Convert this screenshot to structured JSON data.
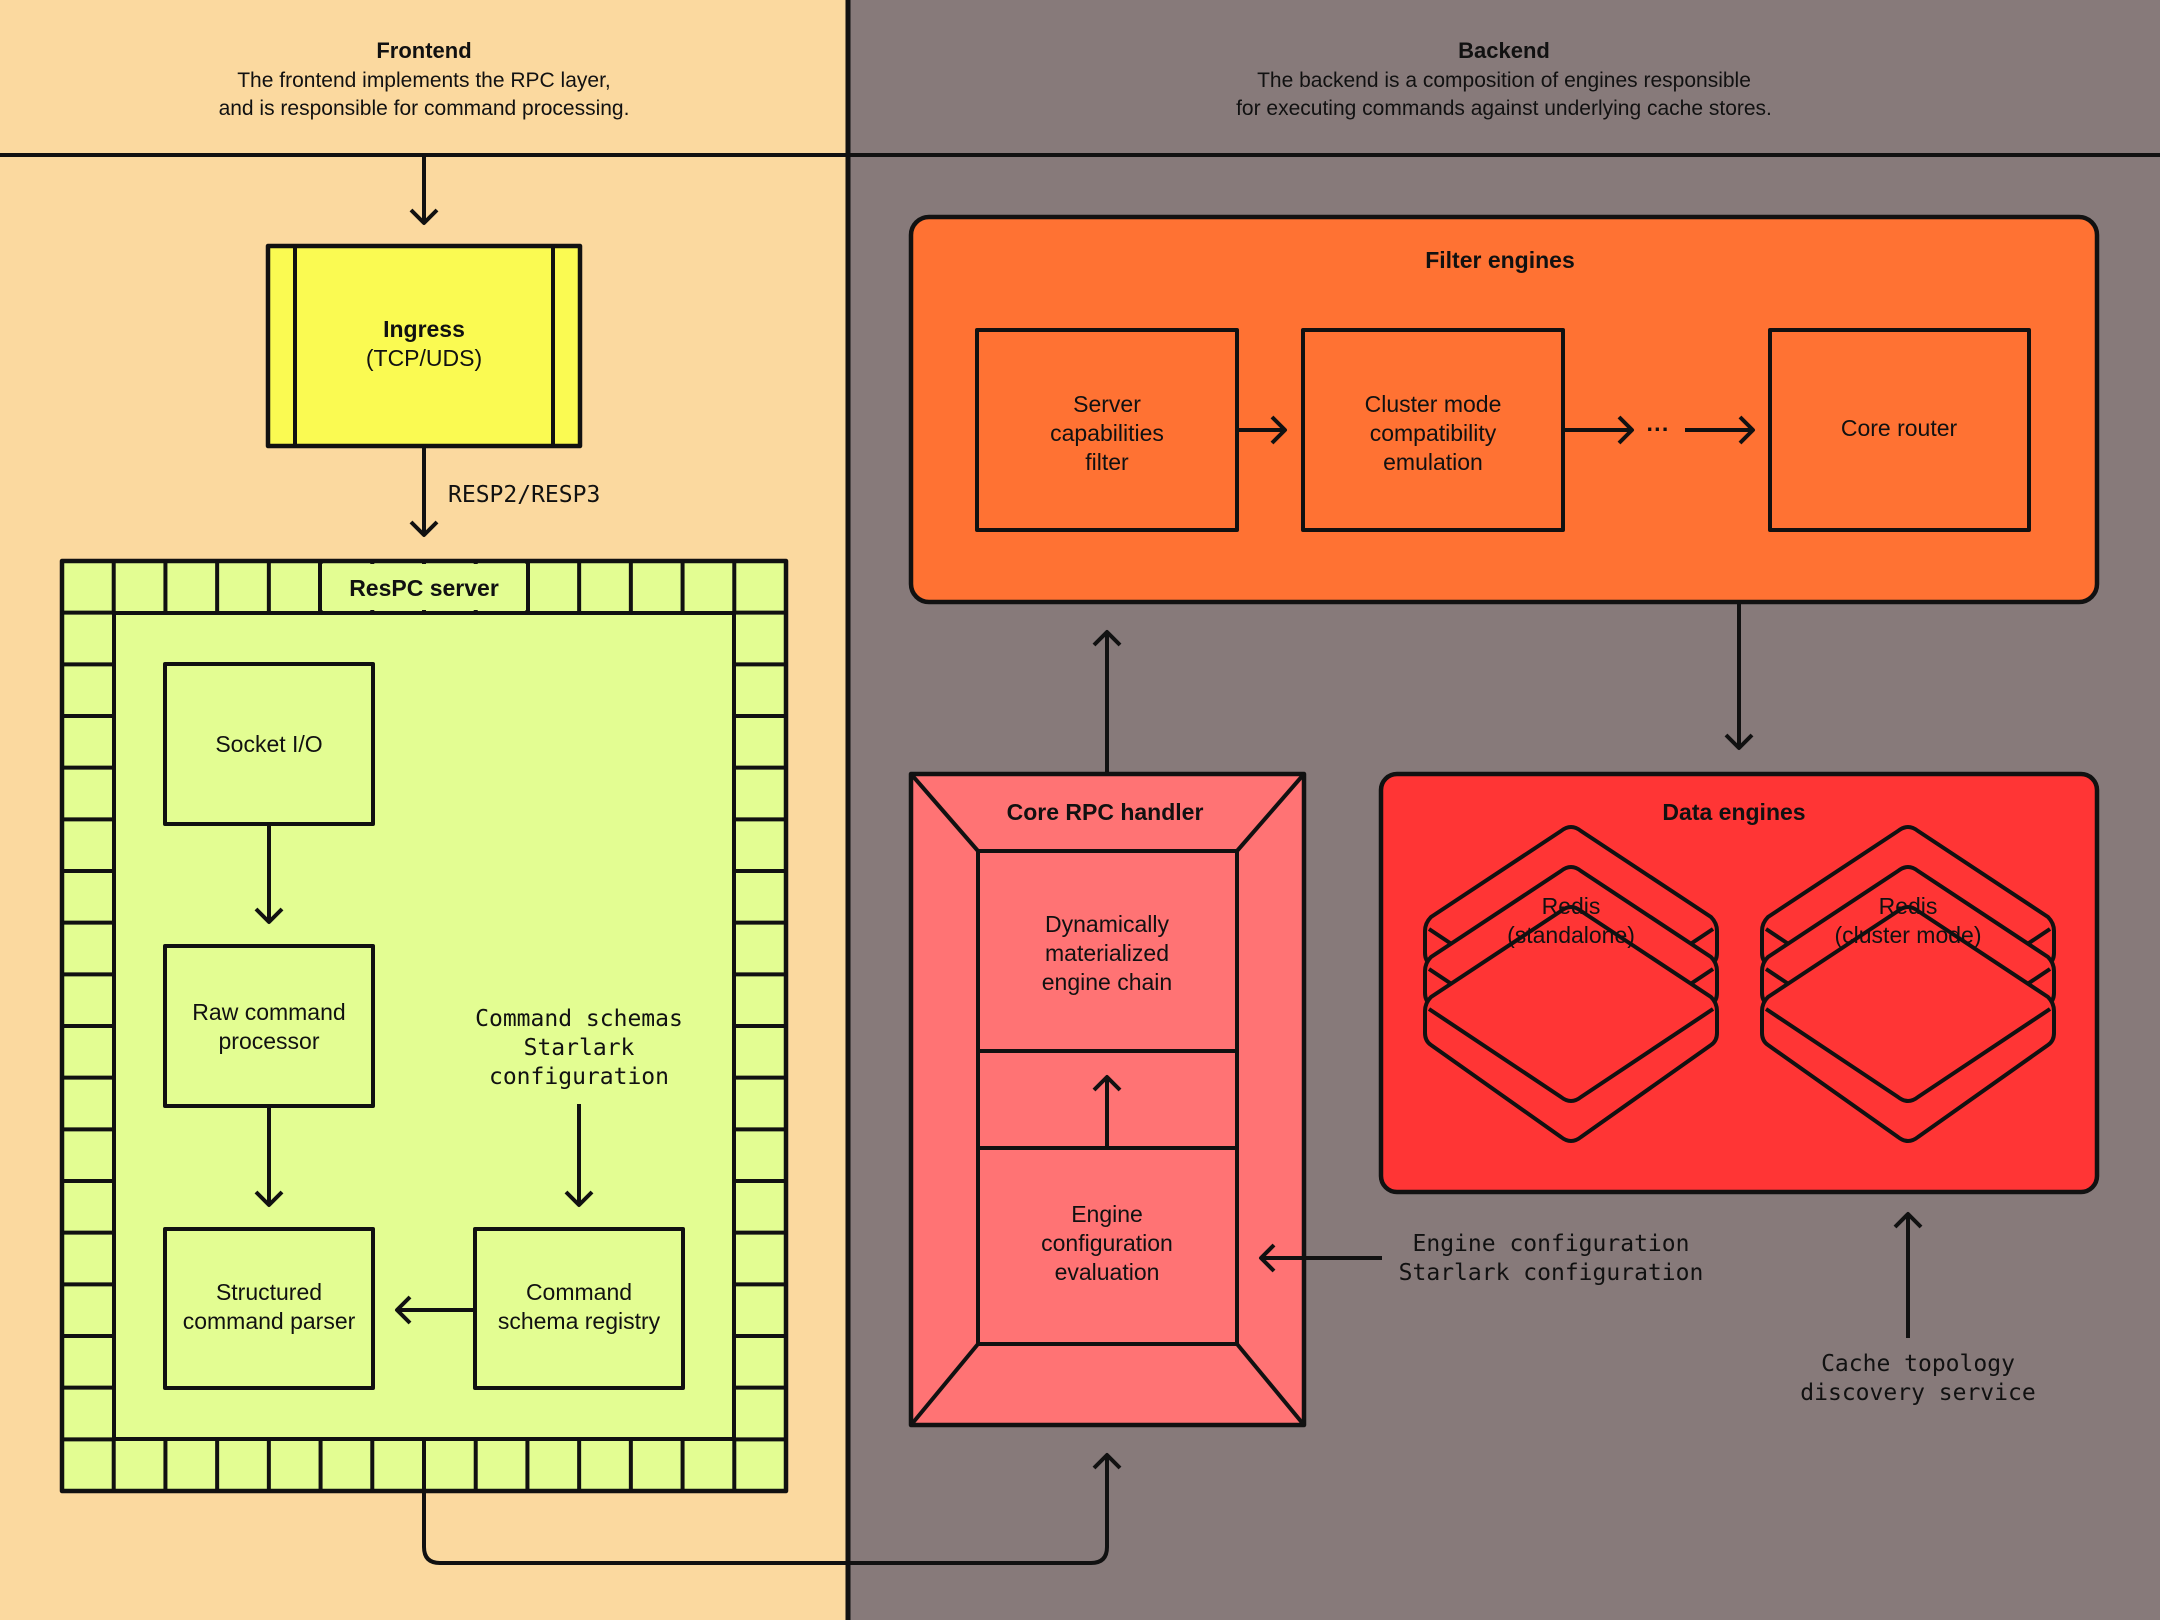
{
  "colors": {
    "frontend_bg": "#fbd99f",
    "backend_bg": "#877a7a",
    "ingress": "#fafa52",
    "respc_server": "#e3fd92",
    "filter_engines": "#ff7233",
    "core_rpc_handler": "#ff7374",
    "data_engines": "#ff3535",
    "line": "#111111"
  },
  "header": {
    "frontend": {
      "title": "Frontend",
      "line1": "The frontend implements the RPC layer,",
      "line2": "and is responsible for command processing."
    },
    "backend": {
      "title": "Backend",
      "line1": "The backend is a composition of engines responsible",
      "line2": "for executing commands against underlying cache stores."
    }
  },
  "ingress": {
    "title": "Ingress",
    "subtitle": "(TCP/UDS)"
  },
  "protocol_label": "RESP2/RESP3",
  "respc_server": {
    "title": "ResPC server",
    "socket_io": "Socket I/O",
    "raw_processor": [
      "Raw command",
      "processor"
    ],
    "structured_parser": [
      "Structured",
      "command parser"
    ],
    "schema_registry": [
      "Command",
      "schema registry"
    ],
    "schemas_note": [
      "Command schemas",
      "Starlark",
      "configuration"
    ]
  },
  "filter_engines": {
    "title": "Filter engines",
    "server_filter": [
      "Server",
      "capabilities",
      "filter"
    ],
    "cluster_emulation": [
      "Cluster mode",
      "compatibility",
      "emulation"
    ],
    "ellipsis": "···",
    "core_router": "Core router"
  },
  "core_rpc_handler": {
    "title": "Core RPC handler",
    "engine_chain": [
      "Dynamically",
      "materialized",
      "engine chain"
    ],
    "config_evaluation": [
      "Engine",
      "configuration",
      "evaluation"
    ]
  },
  "engine_config_note": [
    "Engine configuration",
    "Starlark configuration"
  ],
  "data_engines": {
    "title": "Data engines",
    "redis_standalone": [
      "Redis",
      "(standalone)"
    ],
    "redis_cluster": [
      "Redis",
      "(cluster mode)"
    ]
  },
  "topology_note": [
    "Cache topology",
    "discovery service"
  ]
}
